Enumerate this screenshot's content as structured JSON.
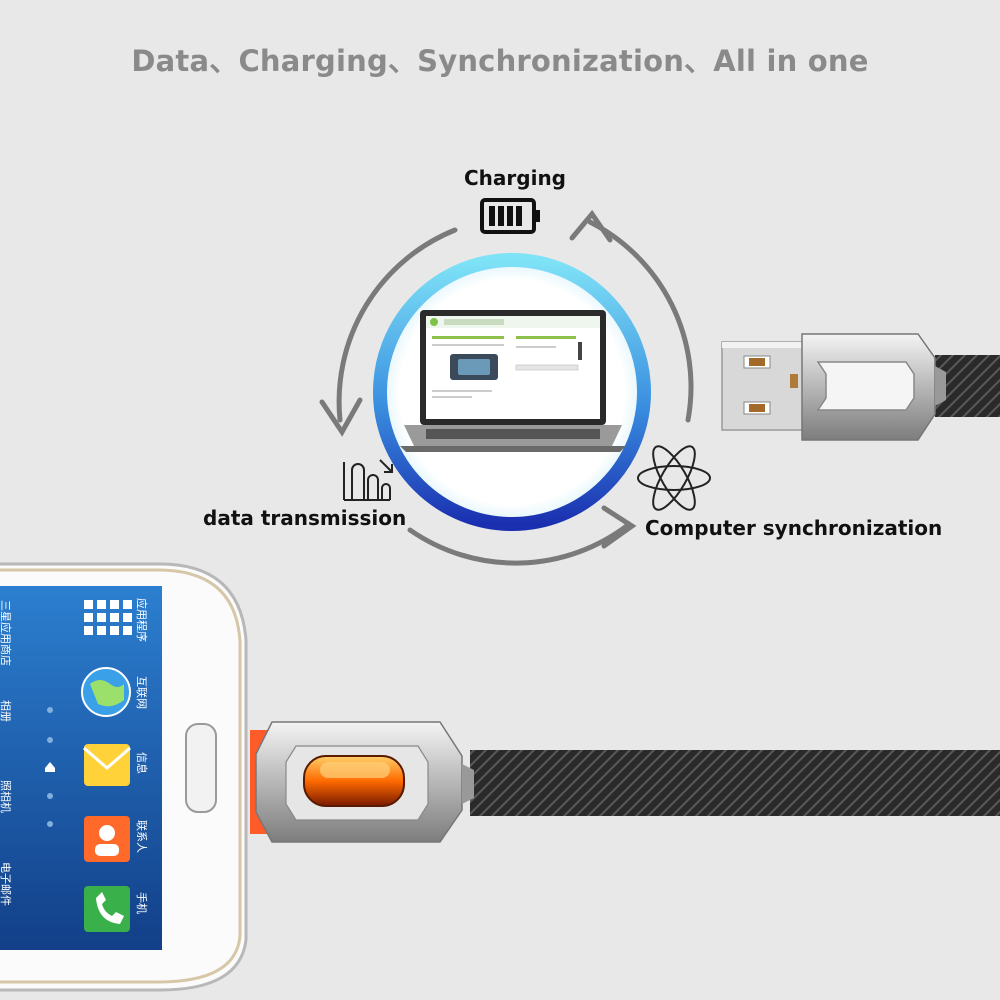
{
  "headline": "Data、Charging、Synchronization、All in one",
  "labels": {
    "charging": "Charging",
    "data_transmission": "data transmission",
    "computer_sync": "Computer synchronization"
  },
  "phone_apps": [
    {
      "name": "应用程序",
      "icon": "app-grid-icon"
    },
    {
      "name": "互联网",
      "icon": "globe-icon"
    },
    {
      "name": "信息",
      "icon": "message-envelope-icon"
    },
    {
      "name": "联系人",
      "icon": "contacts-icon"
    },
    {
      "name": "手机",
      "icon": "phone-handset-icon"
    }
  ],
  "phone_left_labels": [
    "三星应用商店",
    "相册",
    "照相机",
    "电子邮件"
  ],
  "colors": {
    "background": "#e8e8e8",
    "headline": "#8a8a8a",
    "ring_outer": "#1a3fb8",
    "ring_inner": "#5fd0f0",
    "arrow": "#7a7a7a",
    "phone_screen": "#1b5fa8",
    "connector_glow": "#ff6a00"
  }
}
